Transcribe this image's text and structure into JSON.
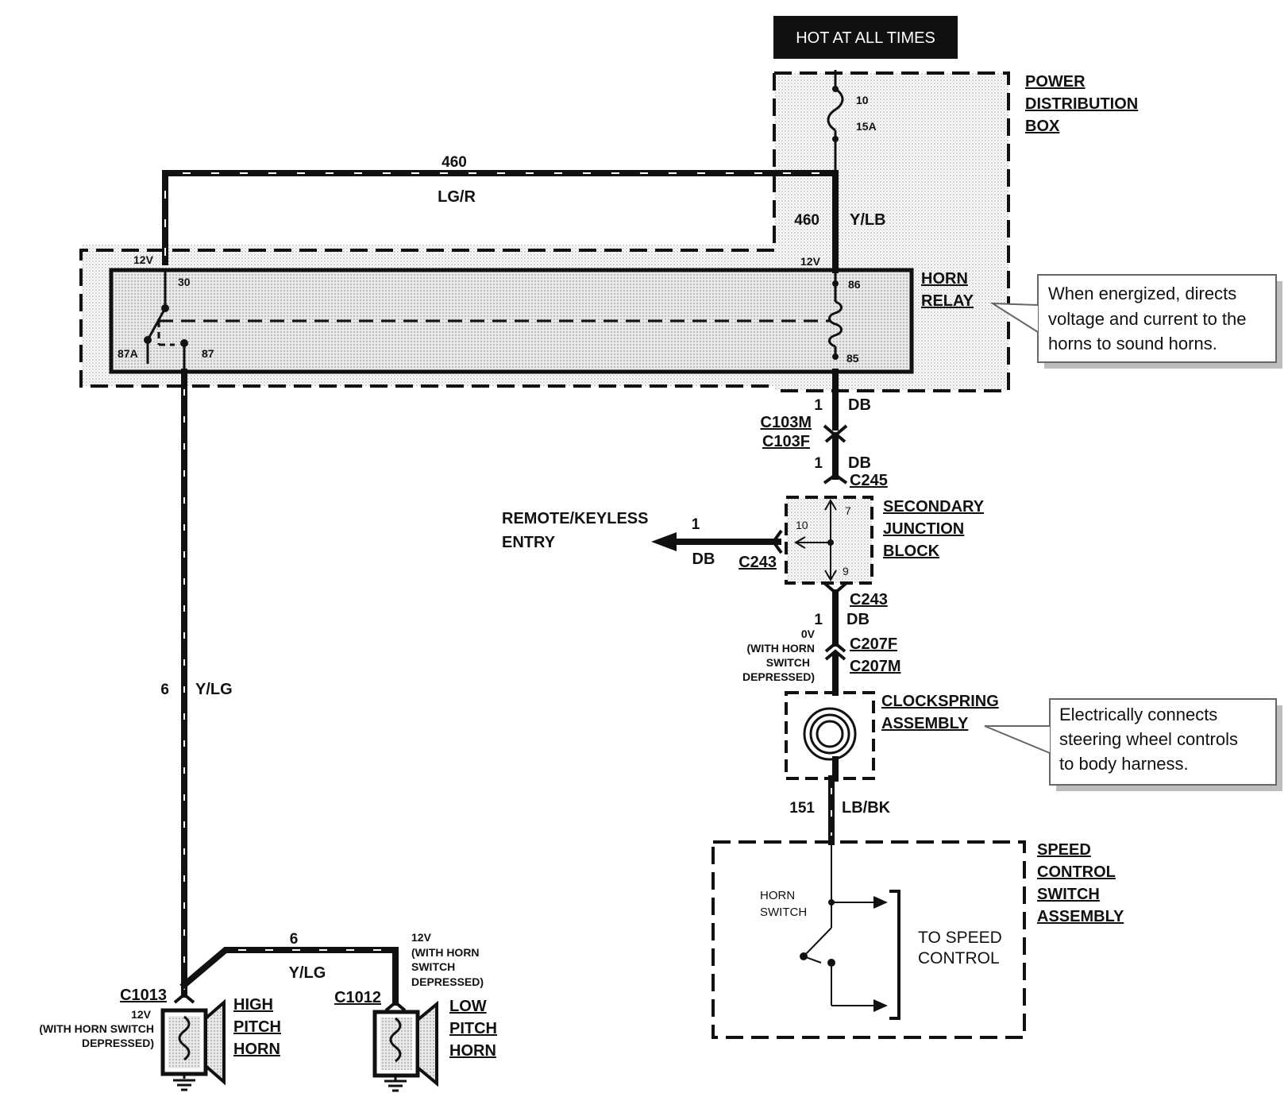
{
  "header": {
    "hot_label": "HOT AT ALL TIMES"
  },
  "power_box": {
    "name_l1": "POWER",
    "name_l2": "DISTRIBUTION",
    "name_l3": "BOX",
    "fuse_num": "10",
    "fuse_amp": "15A"
  },
  "wires": {
    "top_circuit": "460",
    "top_color": "LG/R",
    "feed_circuit": "460",
    "feed_color": "Y/LB",
    "db1_circuit": "1",
    "db1_color": "DB",
    "db2_circuit": "1",
    "db2_color": "DB",
    "rke_circuit": "1",
    "rke_color": "DB",
    "db3_circuit": "1",
    "db3_color": "DB",
    "lbbk_circuit": "151",
    "lbbk_color": "LB/BK",
    "left_circuit": "6",
    "left_color": "Y/LG",
    "horn_link_circuit": "6",
    "horn_link_color": "Y/LG"
  },
  "horn_relay": {
    "name_l1": "HORN",
    "name_l2": "RELAY",
    "v_left": "12V",
    "v_right": "12V",
    "pin30": "30",
    "pin86": "86",
    "pin85": "85",
    "pin87a": "87A",
    "pin87": "87"
  },
  "connectors": {
    "c103m": "C103M",
    "c103f": "C103F",
    "c245": "C245",
    "c243_left": "C243",
    "c243_bottom": "C243",
    "c207f": "C207F",
    "c207m": "C207M",
    "c1013": "C1013",
    "c1012": "C1012"
  },
  "junction_block": {
    "name_l1": "SECONDARY",
    "name_l2": "JUNCTION",
    "name_l3": "BLOCK",
    "pin7": "7",
    "pin10": "10",
    "pin9": "9"
  },
  "remote_keyless": {
    "l1": "REMOTE/KEYLESS",
    "l2": "ENTRY"
  },
  "clockspring": {
    "name_l1": "CLOCKSPRING",
    "name_l2": "ASSEMBLY",
    "v_l1": "0V",
    "v_l2": "(WITH HORN",
    "v_l3": "SWITCH",
    "v_l4": "DEPRESSED)"
  },
  "speed_control": {
    "name_l1": "SPEED",
    "name_l2": "CONTROL",
    "name_l3": "SWITCH",
    "name_l4": "ASSEMBLY",
    "horn_switch_l1": "HORN",
    "horn_switch_l2": "SWITCH",
    "to_l1": "TO SPEED",
    "to_l2": "CONTROL"
  },
  "callouts": {
    "relay_l1": "When energized, directs",
    "relay_l2": "voltage and current to the",
    "relay_l3": "horns to sound horns.",
    "clock_l1": "Electrically connects",
    "clock_l2": "steering wheel controls",
    "clock_l3": "to body harness."
  },
  "high_horn": {
    "name_l1": "HIGH",
    "name_l2": "PITCH",
    "name_l3": "HORN",
    "v_l1": "12V",
    "v_l2": "(WITH HORN SWITCH",
    "v_l3": "DEPRESSED)"
  },
  "low_horn": {
    "name_l1": "LOW",
    "name_l2": "PITCH",
    "name_l3": "HORN",
    "v_l1": "12V",
    "v_l2": "(WITH HORN",
    "v_l3": "SWITCH",
    "v_l4": "DEPRESSED)"
  }
}
